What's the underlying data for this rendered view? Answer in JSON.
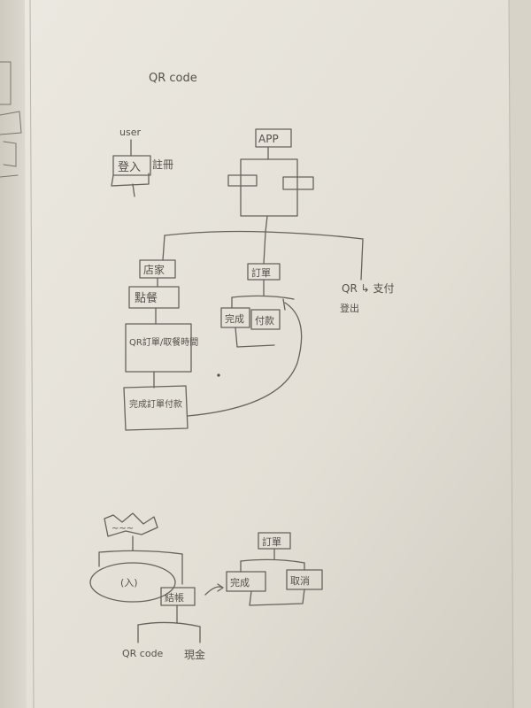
{
  "page": {
    "title": "QR code"
  },
  "diagram": {
    "user": {
      "label": "user",
      "login_box": "登入",
      "register": "註冊"
    },
    "app": {
      "label": "APP"
    },
    "left_flow": [
      "店家",
      "點餐",
      "QR訂單/取餐時間",
      "完成訂單付款"
    ],
    "middle": {
      "top": "訂單",
      "left": "完成",
      "right": "付款"
    },
    "right_branch": {
      "line1": "QR ↳ 支付",
      "line2": "登出"
    },
    "bottom_left": {
      "top_scribble": "~~~",
      "circle_text": "(入)",
      "pay_box": "結帳",
      "option1": "QR code",
      "option2": "現金"
    },
    "bottom_right": {
      "top_box": "訂單",
      "left_box": "完成",
      "right_box": "取消"
    },
    "colors": {
      "paper": "#e8e4dc",
      "ink": "#5c5852",
      "background": "#2a2723"
    }
  }
}
